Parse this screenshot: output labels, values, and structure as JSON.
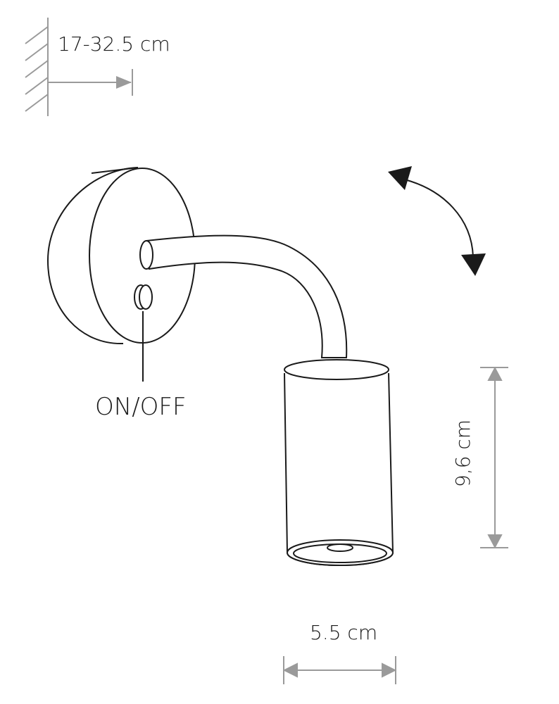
{
  "labels": {
    "wall_distance": "17-32.5 cm",
    "switch": "ON/OFF",
    "height": "9,6 cm",
    "diameter": "5.5 cm"
  },
  "colors": {
    "line": "#1a1a1a",
    "dimension": "#9a9a9a"
  }
}
